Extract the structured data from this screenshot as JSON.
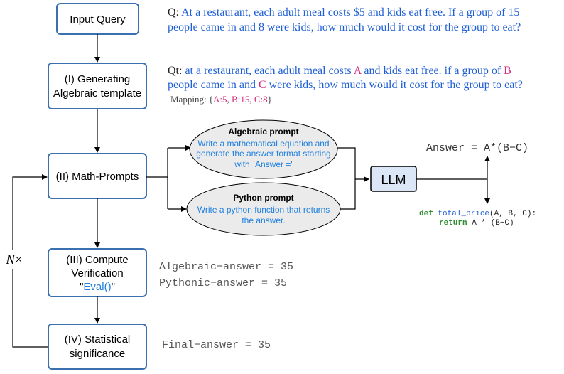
{
  "colors": {
    "box_border": "#3a6fb0",
    "ellipse_fill": "#ebebeb",
    "llm_fill": "#dbe6f7",
    "blue_text": "#1f5fd6",
    "magenta": "#d6287a",
    "link_blue": "#1f7fe0",
    "keyword_green": "#2e8b2e",
    "grey_text": "#555555"
  },
  "flow": {
    "input_query": "Input Query",
    "step1_line1": "(I) Generating",
    "step1_line2": "Algebraic template",
    "step2": "(II) Math-Prompts",
    "step3_line1": "(III) Compute",
    "step3_line2": "Verification",
    "step3_q1": "\"",
    "step3_eval": "Eval()",
    "step3_q2": "\"",
    "step4_line1": "(IV) Statistical",
    "step4_line2": "significance",
    "loop_n": "N",
    "loop_times": "×"
  },
  "query": {
    "q_label": "Q:",
    "q_line1": "At a restaurant, each adult meal costs $5 and kids eat free.  If a group of 15",
    "q_line2": "people came in and 8 were kids, how much would it cost for the group to eat?"
  },
  "template": {
    "qt_label": "Qt:",
    "line1_a": "at a restaurant, each adult meal costs ",
    "var_a": "A",
    "line1_b": " and kids eat free.  if a group of ",
    "var_b": "B",
    "line2_a": "people came in and ",
    "var_c": "C",
    "line2_b": " were kids, how much would it cost for the group to eat?",
    "mapping_label": "Mapping: {",
    "map_a": "A:5",
    "sep1": ", ",
    "map_b": "B:15",
    "sep2": ", ",
    "map_c": "C:8",
    "mapping_end": "}"
  },
  "prompts": {
    "algebraic_title": "Algebraic prompt",
    "algebraic_line1": "Write a mathematical equation and",
    "algebraic_line2": "generate the answer format starting",
    "algebraic_line3": "with `Answer ='",
    "python_title": "Python prompt",
    "python_line1": "Write a python function that returns",
    "python_line2": "the answer."
  },
  "llm": {
    "label": "LLM"
  },
  "outputs": {
    "answer_expr": "Answer = A*(B−C)",
    "code_def": "def",
    "code_fn": " total_price",
    "code_args": "(A, B, C):",
    "code_return": "return",
    "code_return_expr": " A * (B−C)"
  },
  "results": {
    "algebraic_answer": "Algebraic−answer = 35",
    "pythonic_answer": "Pythonic−answer = 35",
    "final_answer": "Final−answer = 35"
  }
}
